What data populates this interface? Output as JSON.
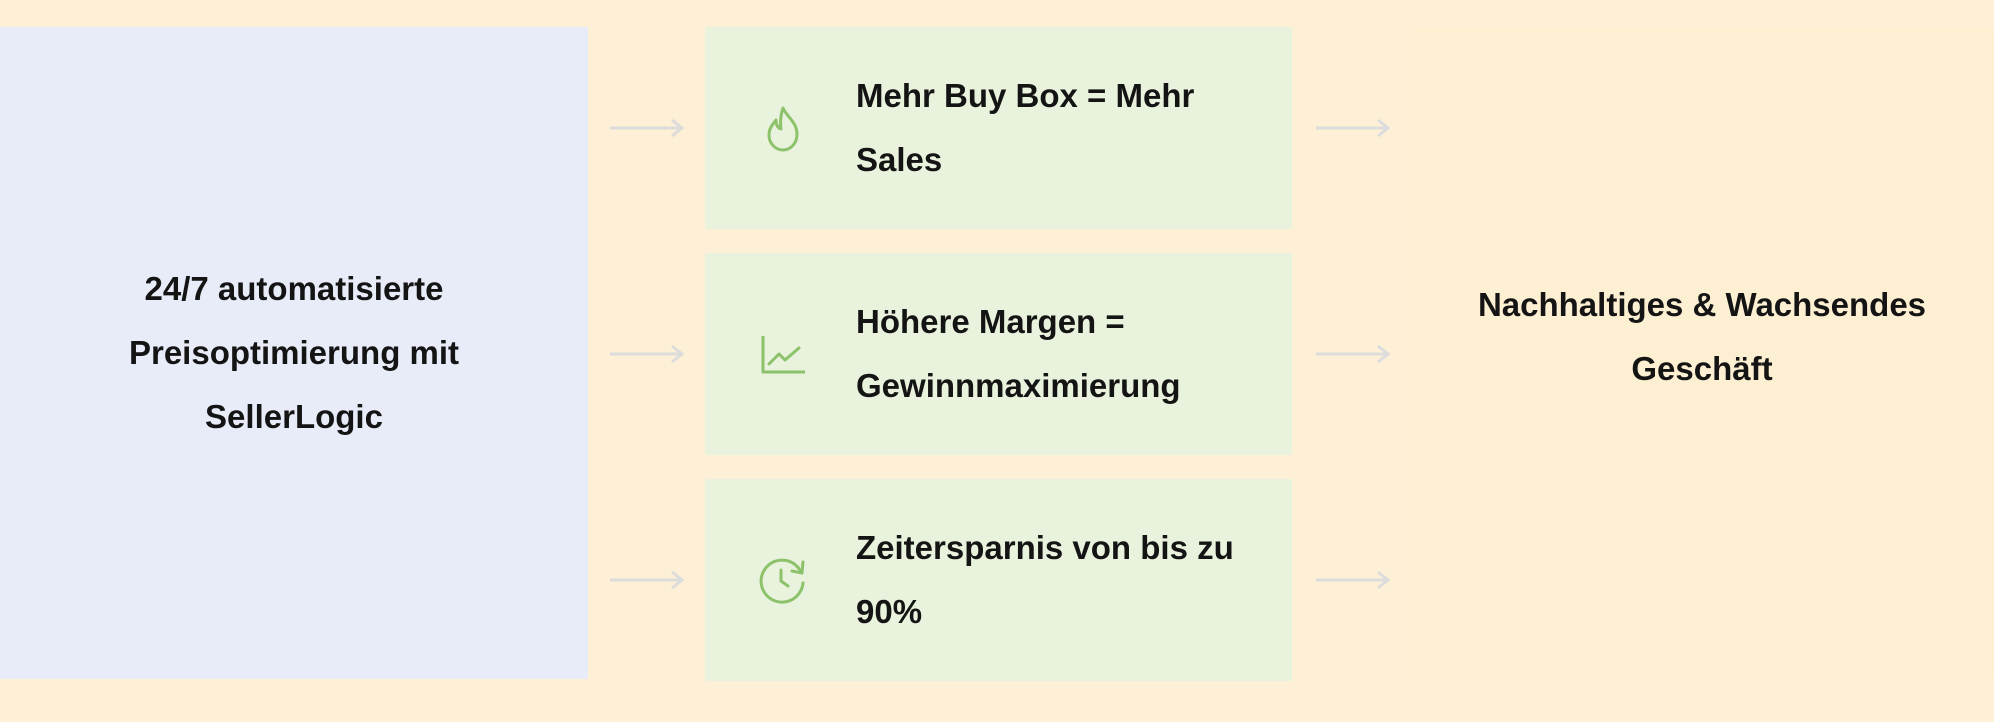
{
  "source": {
    "label": "24/7 automatisierte Preisoptimierung mit SellerLogic"
  },
  "benefits": [
    {
      "label": "Mehr Buy Box = Mehr Sales",
      "icon": "flame-icon"
    },
    {
      "label": "Höhere Margen = Gewinnmaximierung",
      "icon": "chart-trend-icon"
    },
    {
      "label": "Zeitersparnis von bis zu 90%",
      "icon": "clock-refresh-icon"
    }
  ],
  "result": {
    "label": "Nachhaltiges & Wachsendes Geschäft"
  },
  "colors": {
    "background": "#fdf0d6",
    "source_panel": "#e7ecf8",
    "benefit_box": "#e8f2dc",
    "icon_green": "#8cc26a",
    "arrow": "#dcdcdc"
  }
}
